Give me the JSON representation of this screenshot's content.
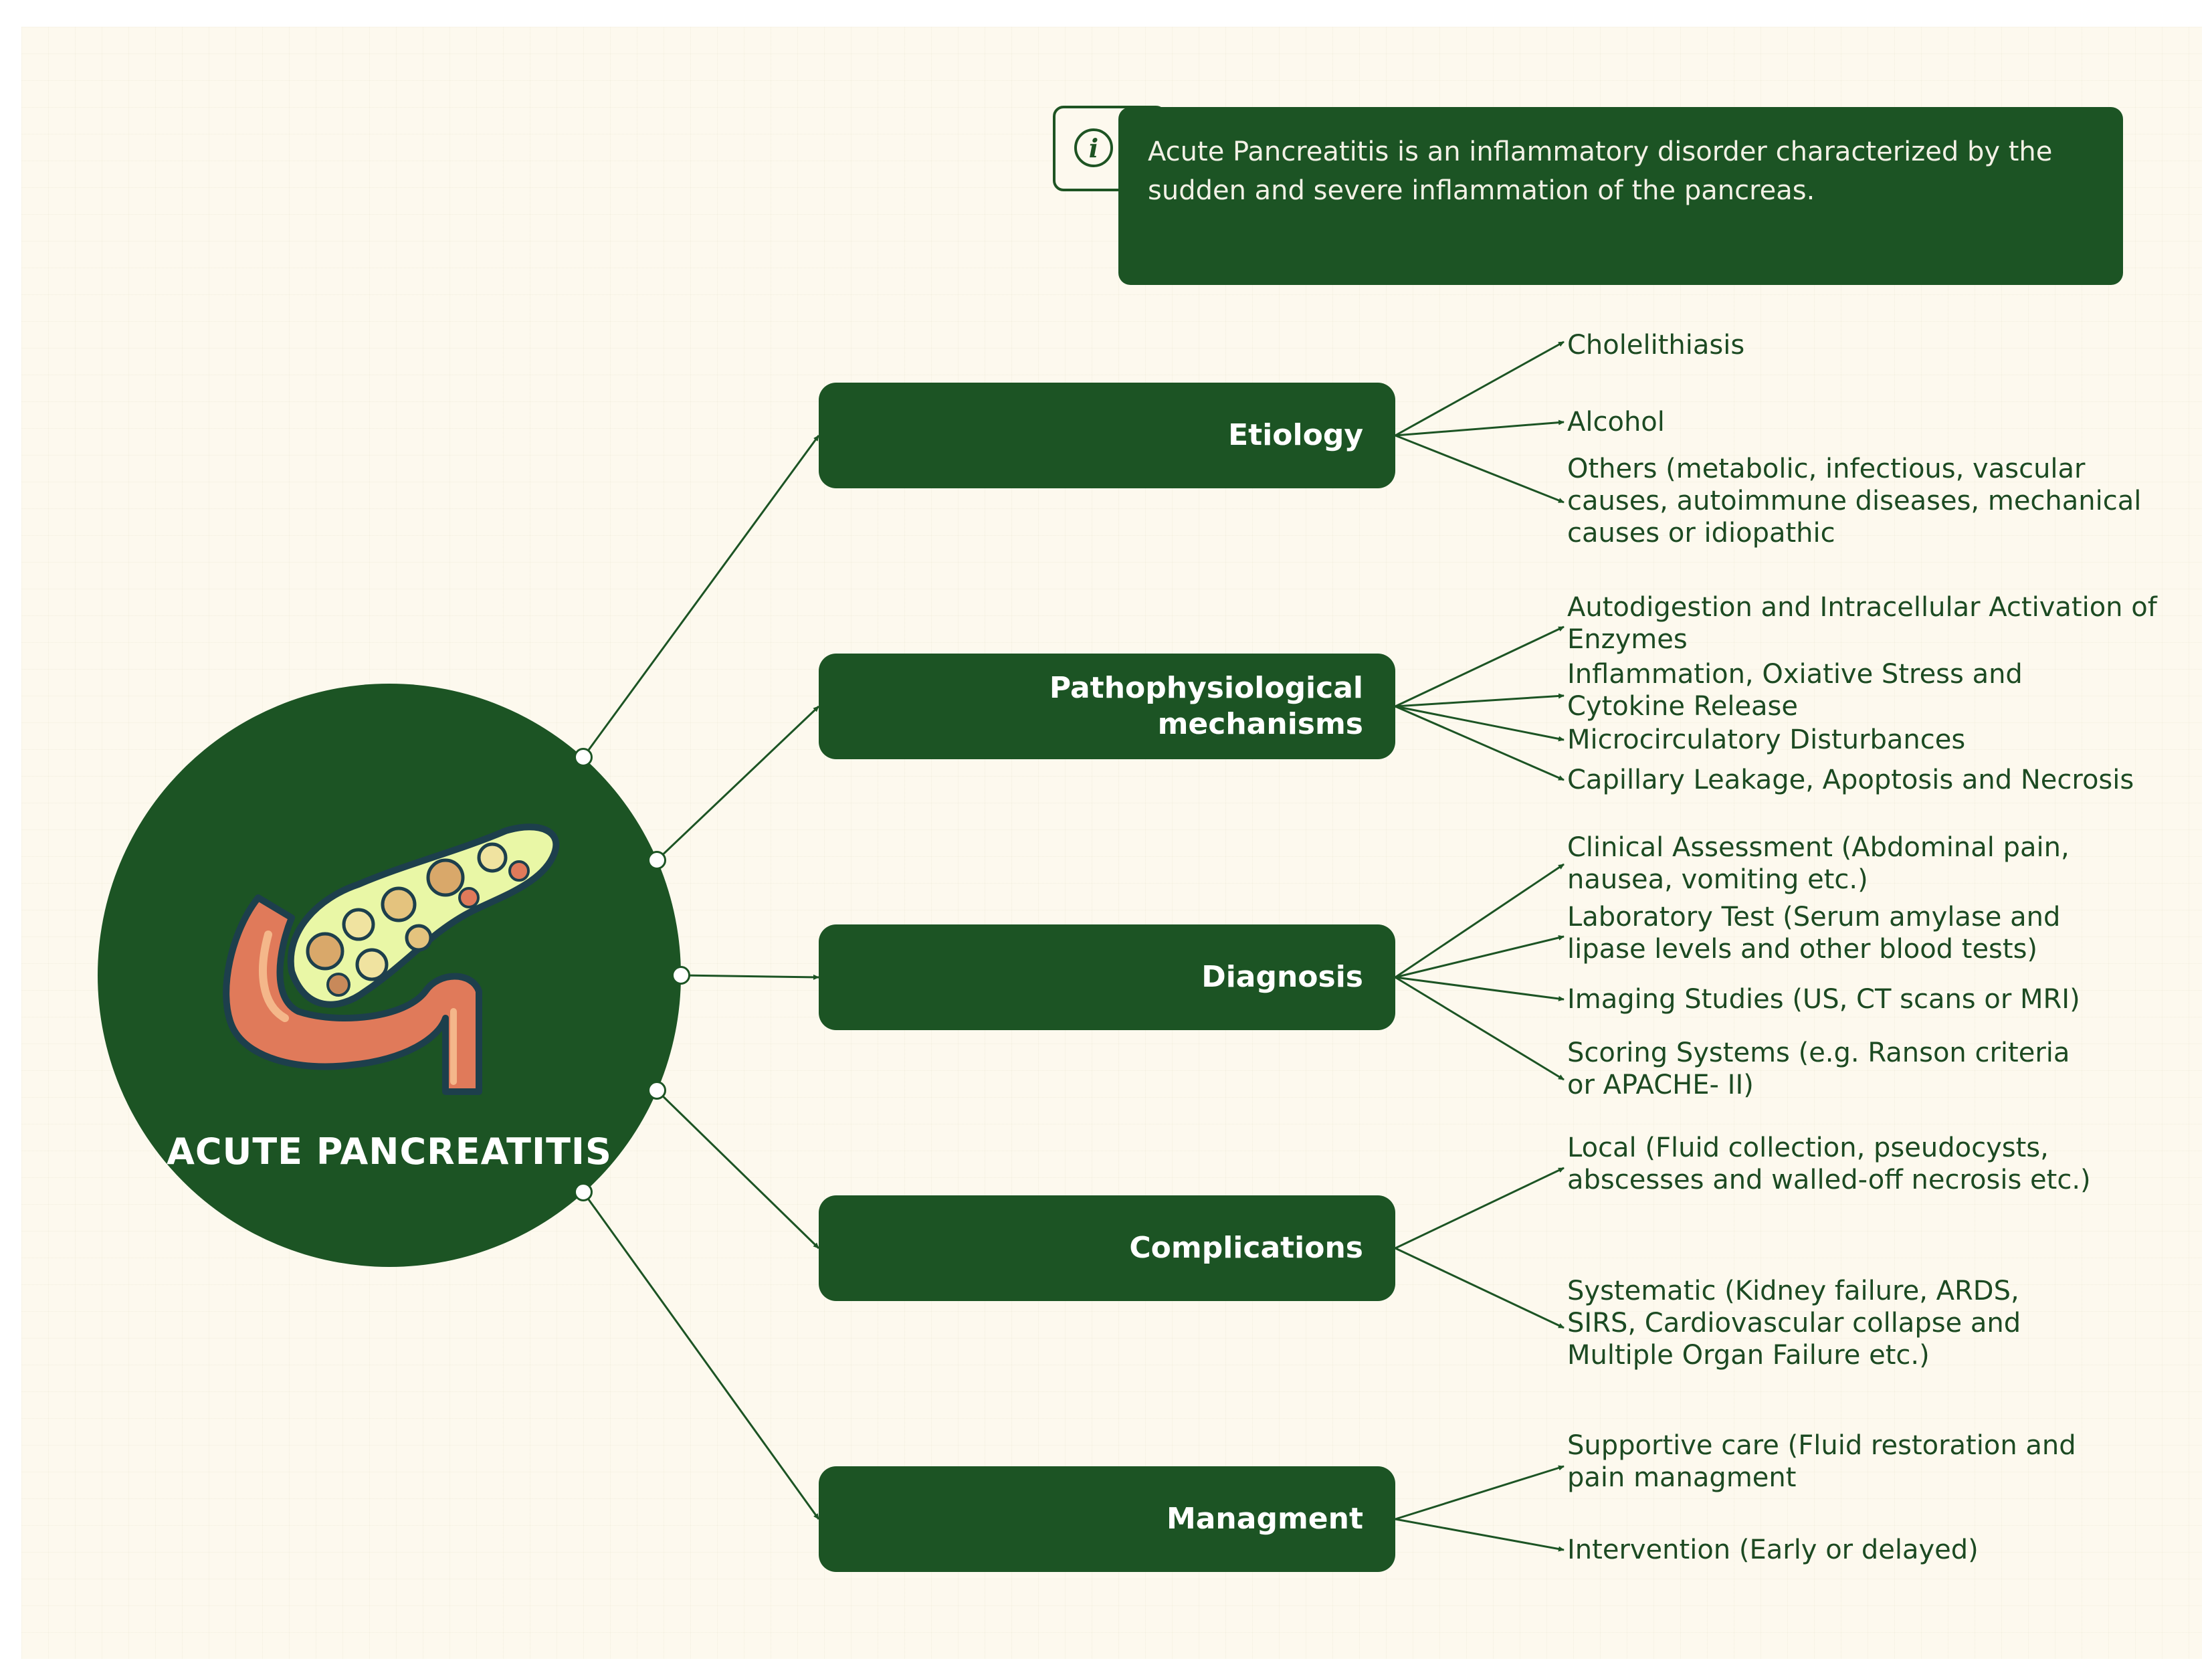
{
  "info": {
    "icon": "info-icon",
    "text": "Acute Pancreatitis is an inflammatory disorder characterized by the sudden and severe inflammation of the pancreas."
  },
  "central": {
    "title": "ACUTE PANCREATITIS",
    "image": "pancreas-illustration"
  },
  "colors": {
    "node_fill": "#1c5424",
    "background": "#fdf9ee",
    "leaf_text": "#1c4a22"
  },
  "branches": [
    {
      "label": "Etiology",
      "children": [
        "Cholelithiasis",
        "Alcohol",
        "Others (metabolic, infectious, vascular causes, autoimmune diseases, mechanical causes or idiopathic"
      ]
    },
    {
      "label": "Pathophysiological mechanisms",
      "children": [
        "Autodigestion and Intracellular Activation of Enzymes",
        "Inflammation, Oxiative Stress and Cytokine Release",
        "Microcirculatory Disturbances",
        "Capillary Leakage, Apoptosis and Necrosis"
      ]
    },
    {
      "label": "Diagnosis",
      "children": [
        "Clinical Assessment (Abdominal pain, nausea, vomiting etc.)",
        "Laboratory Test (Serum amylase and lipase levels and other blood tests)",
        "Imaging Studies (US, CT scans or MRI)",
        "Scoring Systems (e.g. Ranson criteria or APACHE- II)"
      ]
    },
    {
      "label": "Complications",
      "children": [
        "Local (Fluid collection, pseudocysts, abscesses and walled-off necrosis etc.)",
        "Systematic (Kidney failure, ARDS, SIRS, Cardiovascular collapse and Multiple Organ Failure etc.)"
      ]
    },
    {
      "label": "Managment",
      "children": [
        "Supportive care (Fluid restoration and pain managment",
        "Intervention (Early or delayed)"
      ]
    }
  ]
}
